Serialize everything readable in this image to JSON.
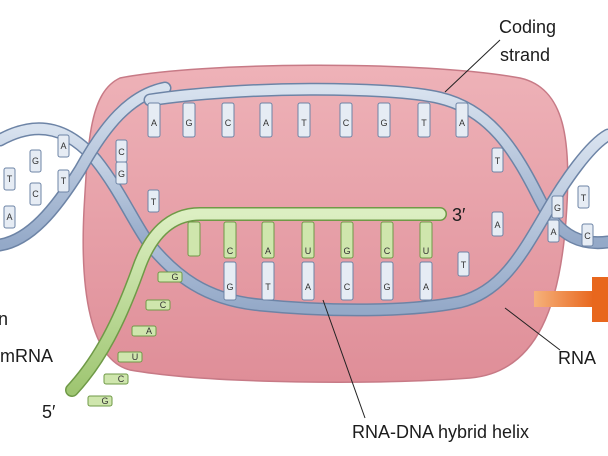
{
  "labels": {
    "coding_strand_line1": "Coding",
    "coding_strand_line2": "strand",
    "three_prime": "3′",
    "five_prime": "5′",
    "mrna": "mRNA",
    "rna_partial": "RNA",
    "hybrid_helix": "RNA-DNA hybrid helix",
    "left_edge_fragment": "n"
  },
  "bases": {
    "left_helix_top": [
      "T",
      "G",
      "A"
    ],
    "left_helix_bottom": [
      "A",
      "C",
      "T"
    ],
    "coding_top_row": [
      "A",
      "G",
      "C",
      "A",
      "T",
      "C",
      "G",
      "T",
      "A"
    ],
    "left_inner": [
      "C",
      "G",
      "T"
    ],
    "template_upper_row": [
      "C",
      "A",
      "U",
      "G",
      "C",
      "U"
    ],
    "template_lower_row": [
      "G",
      "T",
      "A",
      "C",
      "G",
      "A"
    ],
    "right_inner": [
      "T",
      "A",
      "T"
    ],
    "right_helix": [
      "A",
      "G",
      "T",
      "C"
    ],
    "mrna_tail": [
      "G",
      "C",
      "A",
      "U",
      "C",
      "G"
    ]
  },
  "colors": {
    "bubble": "#e8a0a8",
    "bubble_edge": "#c77a86",
    "dna_strand": "#a9bcd6",
    "dna_strand_edge": "#6d84a6",
    "rna_strand": "#bfdc9a",
    "rna_strand_edge": "#6f9a47",
    "arrow": "#ee7a2e"
  }
}
